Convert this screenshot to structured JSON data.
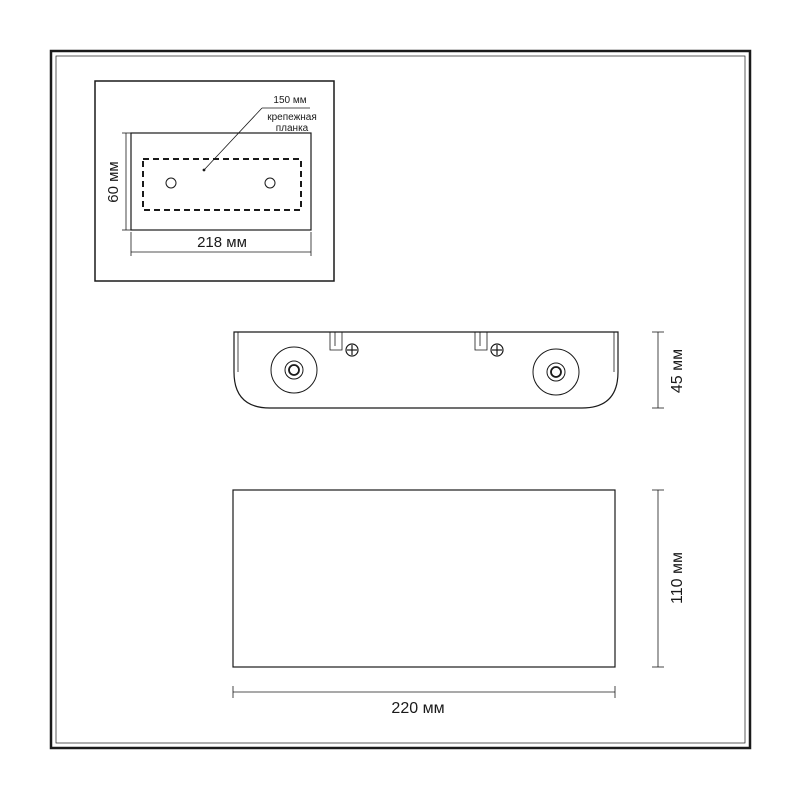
{
  "inset": {
    "dim_height": "60 мм",
    "dim_width": "218 мм",
    "note_dim": "150 мм",
    "note_line1": "крепежная",
    "note_line2": "планка"
  },
  "side_view": {
    "dim_height": "45 мм"
  },
  "front_view": {
    "dim_height": "110 мм",
    "dim_width": "220 мм"
  },
  "colors": {
    "line": "#1a1a1a",
    "background": "#ffffff"
  }
}
